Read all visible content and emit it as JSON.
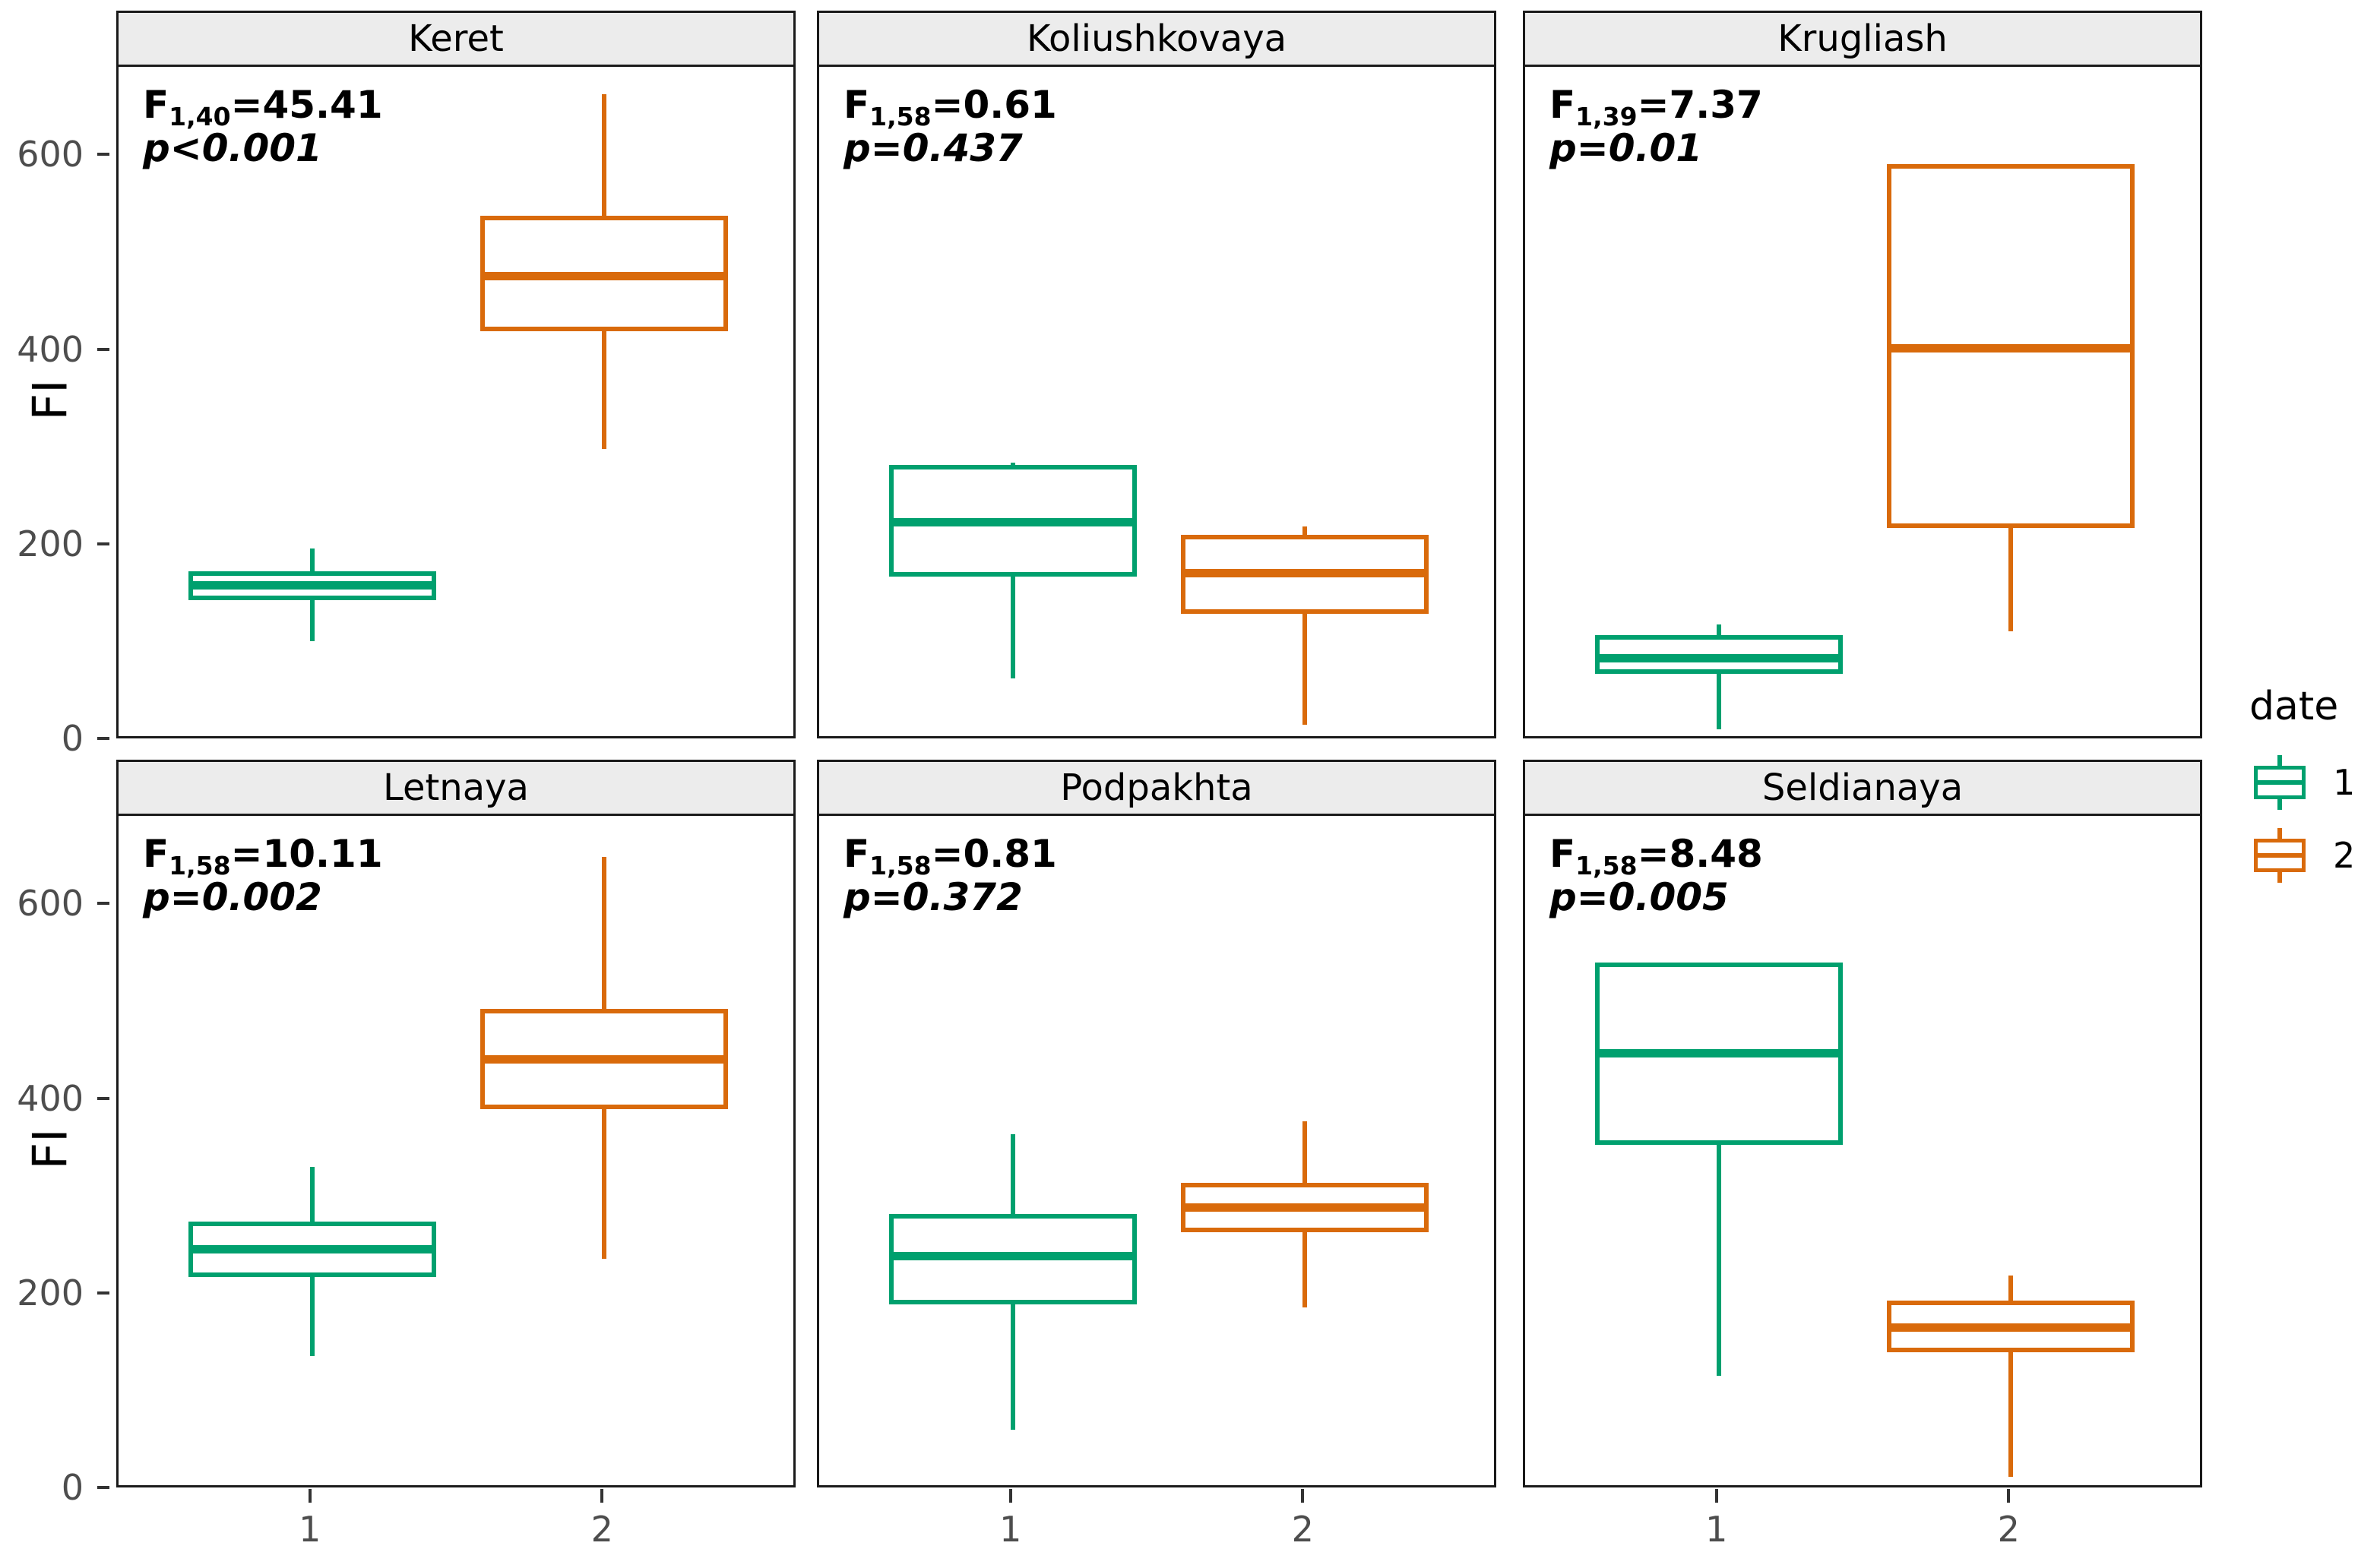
{
  "chart_data": {
    "type": "box",
    "title": "",
    "xlabel": "",
    "ylabel": "FI",
    "ylim": [
      0,
      690
    ],
    "yticks": [
      0,
      200,
      400,
      600
    ],
    "ytick_labels": [
      "0",
      "200",
      "400",
      "600"
    ],
    "xticks": [
      1,
      2
    ],
    "xtick_labels": [
      "1",
      "2"
    ],
    "grid": false,
    "legend": {
      "title": "date",
      "position": "right",
      "entries": [
        {
          "label": "1",
          "color": "#00a06e"
        },
        {
          "label": "2",
          "color": "#d96a0b"
        }
      ]
    },
    "facet_layout": {
      "rows": 2,
      "cols": 3
    },
    "facets": [
      {
        "name": "Keret",
        "annotation": {
          "stat": "F",
          "df1": "1",
          "df2": "40",
          "F_value": "45.41",
          "p_text": "p<0.001"
        },
        "boxes": [
          {
            "group": "1",
            "color": "#00a06e",
            "lower_whisker": 100,
            "q1": 142,
            "median": 157,
            "q3": 172,
            "upper_whisker": 195
          },
          {
            "group": "2",
            "color": "#d96a0b",
            "lower_whisker": 297,
            "q1": 418,
            "median": 475,
            "q3": 537,
            "upper_whisker": 662
          }
        ]
      },
      {
        "name": "Koliushkovaya",
        "annotation": {
          "stat": "F",
          "df1": "1",
          "df2": "58",
          "F_value": "0.61",
          "p_text": "p=0.437"
        },
        "boxes": [
          {
            "group": "1",
            "color": "#00a06e",
            "lower_whisker": 62,
            "q1": 166,
            "median": 222,
            "q3": 281,
            "upper_whisker": 283
          },
          {
            "group": "2",
            "color": "#d96a0b",
            "lower_whisker": 14,
            "q1": 128,
            "median": 170,
            "q3": 209,
            "upper_whisker": 218
          }
        ]
      },
      {
        "name": "Krugliash",
        "annotation": {
          "stat": "F",
          "df1": "1",
          "df2": "39",
          "F_value": "7.37",
          "p_text": "p=0.01"
        },
        "boxes": [
          {
            "group": "1",
            "color": "#00a06e",
            "lower_whisker": 9,
            "q1": 66,
            "median": 82,
            "q3": 106,
            "upper_whisker": 117
          },
          {
            "group": "2",
            "color": "#d96a0b",
            "lower_whisker": 110,
            "q1": 216,
            "median": 401,
            "q3": 590,
            "upper_whisker": 590
          }
        ]
      },
      {
        "name": "Letnaya",
        "annotation": {
          "stat": "F",
          "df1": "1",
          "df2": "58",
          "F_value": "10.11",
          "p_text": "p=0.002"
        },
        "boxes": [
          {
            "group": "1",
            "color": "#00a06e",
            "lower_whisker": 135,
            "q1": 216,
            "median": 245,
            "q3": 273,
            "upper_whisker": 329
          },
          {
            "group": "2",
            "color": "#d96a0b",
            "lower_whisker": 235,
            "q1": 389,
            "median": 440,
            "q3": 492,
            "upper_whisker": 648
          }
        ]
      },
      {
        "name": "Podpakhta",
        "annotation": {
          "stat": "F",
          "df1": "1",
          "df2": "58",
          "F_value": "0.81",
          "p_text": "p=0.372"
        },
        "boxes": [
          {
            "group": "1",
            "color": "#00a06e",
            "lower_whisker": 59,
            "q1": 188,
            "median": 238,
            "q3": 281,
            "upper_whisker": 363
          },
          {
            "group": "2",
            "color": "#d96a0b",
            "lower_whisker": 185,
            "q1": 262,
            "median": 288,
            "q3": 313,
            "upper_whisker": 376
          }
        ]
      },
      {
        "name": "Seldianaya",
        "annotation": {
          "stat": "F",
          "df1": "1",
          "df2": "58",
          "F_value": "8.48",
          "p_text": "p=0.005"
        },
        "boxes": [
          {
            "group": "1",
            "color": "#00a06e",
            "lower_whisker": 115,
            "q1": 352,
            "median": 446,
            "q3": 539,
            "upper_whisker": 539
          },
          {
            "group": "2",
            "color": "#d96a0b",
            "lower_whisker": 11,
            "q1": 139,
            "median": 164,
            "q3": 192,
            "upper_whisker": 218
          }
        ]
      }
    ]
  },
  "theme": {
    "strip_background": "#ececec",
    "panel_border": "#1a1a1a",
    "axis_text": "#4d4d4d",
    "background": "#ffffff"
  }
}
